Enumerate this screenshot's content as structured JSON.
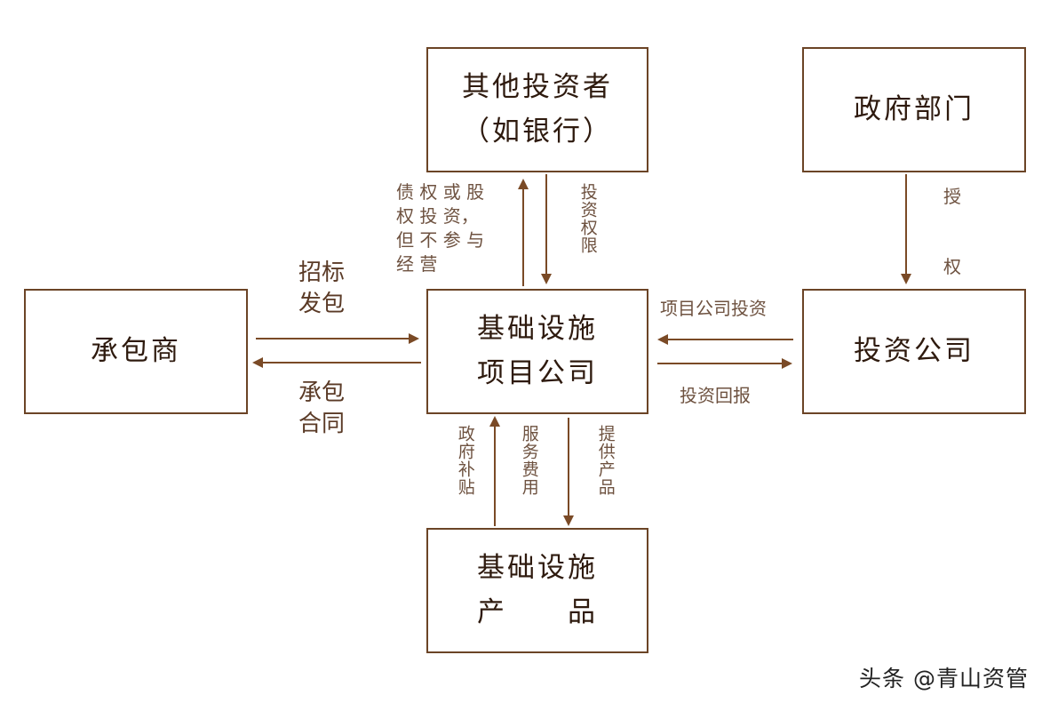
{
  "nodes": {
    "investors": {
      "line1": "其他投资者",
      "line2": "（如银行）"
    },
    "government": {
      "label": "政府部门"
    },
    "contractor": {
      "label": "承包商"
    },
    "project_company": {
      "line1": "基础设施",
      "line2": "项目公司"
    },
    "investment_company": {
      "label": "投资公司"
    },
    "product": {
      "line1": "基础设施",
      "line2": "产　　品"
    }
  },
  "edges": {
    "debt_equity": "债 权 或 股\n权 投 资，\n但 不 参 与\n经 营",
    "invest_authority": "投资权限",
    "authorize": {
      "char1": "授",
      "char2": "权"
    },
    "bidding": "招标\n发包",
    "contract": "承包\n合同",
    "company_invest": "项目公司投资",
    "invest_return": "投资回报",
    "gov_subsidy": "政府补贴",
    "service_fee": "服务费用",
    "provide_product": "提供产品"
  },
  "colors": {
    "border": "#6b4426",
    "arrow": "#7a4a26",
    "label": "#6e5240"
  },
  "watermark": "头条 @青山资管"
}
